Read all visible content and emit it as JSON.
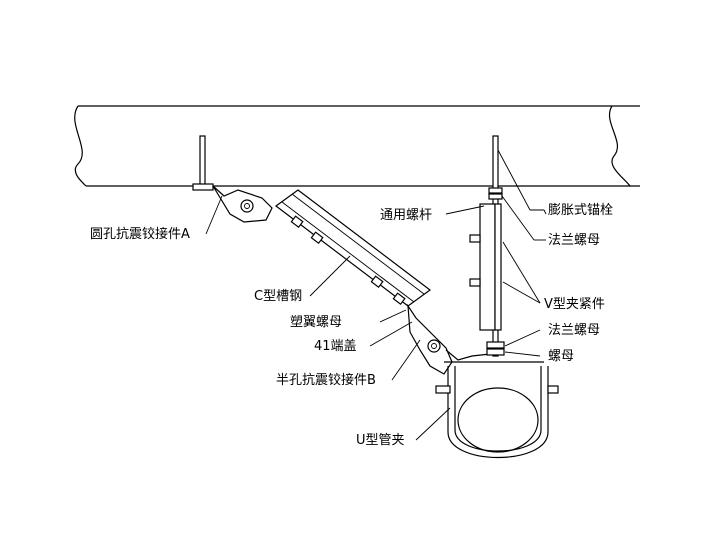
{
  "labels": {
    "expansion_bolt": "膨胀式锚栓",
    "flange_nut_top": "法兰螺母",
    "threaded_rod": "通用螺杆",
    "hinge_a": "圆孔抗震铰接件A",
    "c_channel": "C型槽钢",
    "v_clamp": "V型夹紧件",
    "flange_nut_bottom": "法兰螺母",
    "nut": "螺母",
    "wing_nut": "塑翼螺母",
    "end_cap": "41端盖",
    "hinge_b": "半孔抗震铰接件B",
    "u_clamp": "U型管夹"
  }
}
